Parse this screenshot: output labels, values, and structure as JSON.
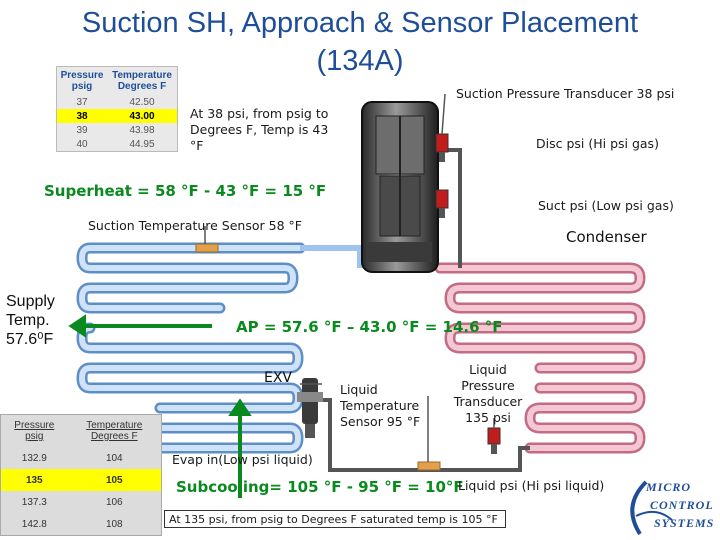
{
  "title": {
    "line1": "Suction SH, Approach & Sensor Placement",
    "line2": "(134A)"
  },
  "pt_table_top": {
    "headers": [
      "Pressure\npsig",
      "Temperature\nDegrees F"
    ],
    "rows": [
      [
        "37",
        "42.50"
      ],
      [
        "38",
        "43.00"
      ],
      [
        "39",
        "43.98"
      ],
      [
        "40",
        "44.95"
      ]
    ],
    "highlight_row": 1
  },
  "pt_table_bottom": {
    "headers": [
      "Pressure\npsig",
      "Temperature\nDegrees F"
    ],
    "rows": [
      [
        "132.9",
        "104"
      ],
      [
        "135",
        "105"
      ],
      [
        "137.3",
        "106"
      ],
      [
        "142.8",
        "108"
      ]
    ],
    "highlight_row": 1
  },
  "labels": {
    "suction_transducer": "Suction Pressure Transducer 38 psi",
    "psig_note": "At 38 psi, from psig to Degrees F, Temp is 43 °F",
    "disc_psi": "Disc psi (Hi psi gas)",
    "superheat": "Superheat = 58 °F - 43 °F = 15 °F",
    "suct_psi": "Suct psi (Low psi gas)",
    "suction_temp_sensor": "Suction Temperature Sensor 58 °F",
    "condenser": "Condenser",
    "supply_temp": "Supply Temp. 57.6⁰F",
    "approach": "AP = 57.6 °F – 43.0 °F = 14.6 °F",
    "exv": "EXV",
    "liquid_temp_sensor": "Liquid Temperature Sensor 95 °F",
    "liquid_pressure_transducer": "Liquid Pressure Transducer 135 psi",
    "evap_in": "Evap in(Low psi liquid)",
    "subcooling": "Subcooling= 105 °F - 95 °F = 10°F",
    "liquid_psi": "Liquid psi (Hi psi liquid)",
    "saturated_note": "At 135 psi, from psig to Degrees F saturated temp is 105 °F"
  },
  "logo": {
    "line1": "MICRO",
    "line2": "CONTROL",
    "line3": "SYSTEMS"
  },
  "colors": {
    "title": "#1f4e99",
    "green": "#0a8a1e",
    "evaporator": "#9ec3ec",
    "condenser": "#e8aab9",
    "highlight": "#ffff00",
    "highlight_bottom": "#ffff00"
  }
}
